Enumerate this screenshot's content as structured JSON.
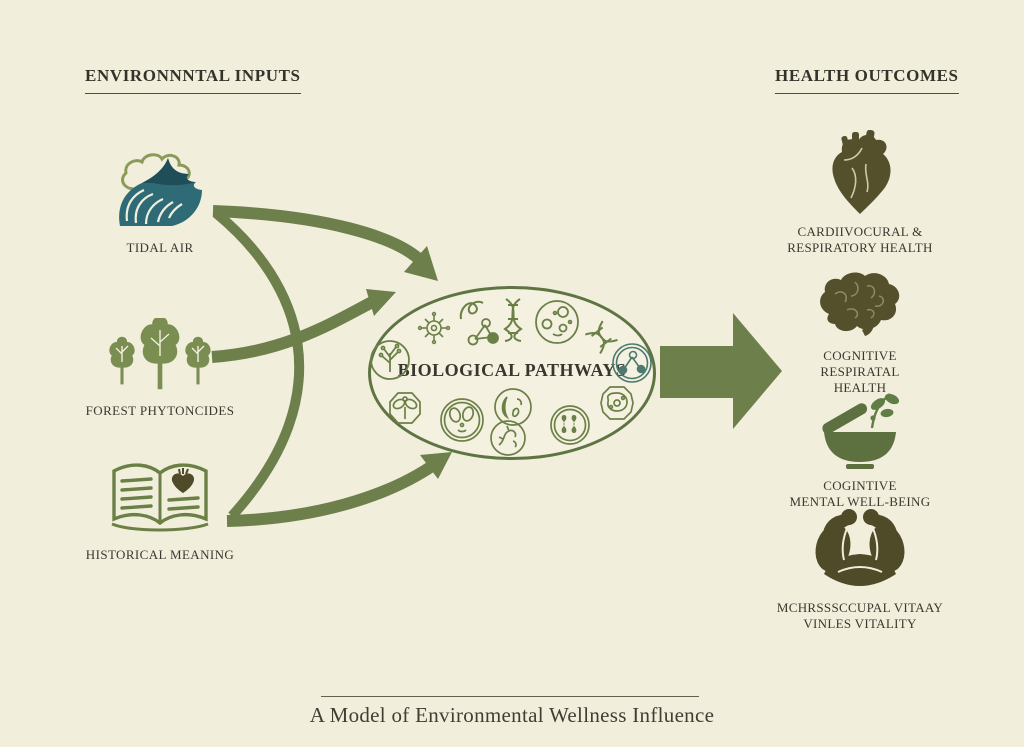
{
  "headers": {
    "left": "ENVIRONNNTAL INPUTS",
    "right": "HEALTH OUTCOMES"
  },
  "inputs": [
    {
      "label": "TIDAL AIR",
      "icon": "wave-cloud-icon"
    },
    {
      "label": "FOREST PHYTONCIDES",
      "icon": "forest-trees-icon"
    },
    {
      "label": "HISTORICAL MEANING",
      "icon": "open-book-heart-icon"
    }
  ],
  "center": {
    "label": "BIOLOGICAL PATHWAYS",
    "icons": [
      "virus-icon",
      "squiggle-icon",
      "molecule-icon",
      "dna-helix-icon",
      "cell-icon",
      "dna-strand-icon",
      "molecule-circle-icon",
      "plant-circle-icon",
      "hexagon-plant-icon",
      "cell-organelles-icon",
      "crescent-cell-icon",
      "microbe-circle-icon",
      "chromosome-circle-icon",
      "gear-cell-icon"
    ]
  },
  "outcomes": [
    {
      "icon": "anatomical-heart-icon",
      "lines": [
        "CARDIIVOCURAL &",
        "RESPIRATORY HEALTH"
      ]
    },
    {
      "icon": "brain-icon",
      "lines": [
        "COGNITIVE",
        "RESPIRATAL",
        "HEALTH"
      ]
    },
    {
      "icon": "herb-bowl-icon",
      "lines": [
        "COGINTIVE",
        "MENTAL WELL-BEING"
      ]
    },
    {
      "icon": "flexed-arms-icon",
      "lines": [
        "MCHRSSSCCUPAL VITAAY",
        "VINLES VITALITY"
      ]
    }
  ],
  "footer": {
    "caption": "A Model of Environmental Wellness Influence"
  },
  "colors": {
    "background": "#f2eedc",
    "arrow_green": "#6d7f4b",
    "outline_green": "#6b8046",
    "ellipse_border": "#5e7443",
    "wave_teal": "#2f6b77",
    "wave_dark": "#1f4e58",
    "dark_icon_olive": "#55502c",
    "bowl_green": "#5d7140",
    "text": "#3a392f"
  }
}
